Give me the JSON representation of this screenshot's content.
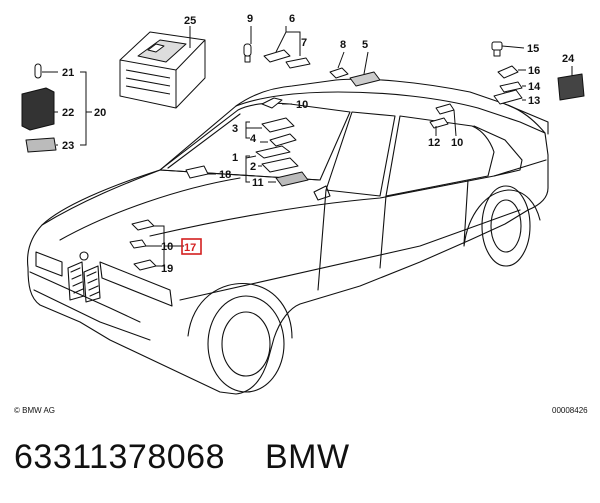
{
  "diagram": {
    "labels": [
      "1",
      "2",
      "3",
      "4",
      "5",
      "6",
      "7",
      "8",
      "9",
      "10",
      "11",
      "12",
      "13",
      "14",
      "15",
      "16",
      "17",
      "18",
      "19",
      "20",
      "21",
      "22",
      "23",
      "24",
      "25"
    ],
    "highlighted_label": "17",
    "copyright": "© BMW AG",
    "drawing_number": "00008426"
  },
  "part": {
    "number": "63311378068",
    "brand": "BMW"
  },
  "colors": {
    "highlight": "#d42020",
    "ink": "#111111"
  }
}
